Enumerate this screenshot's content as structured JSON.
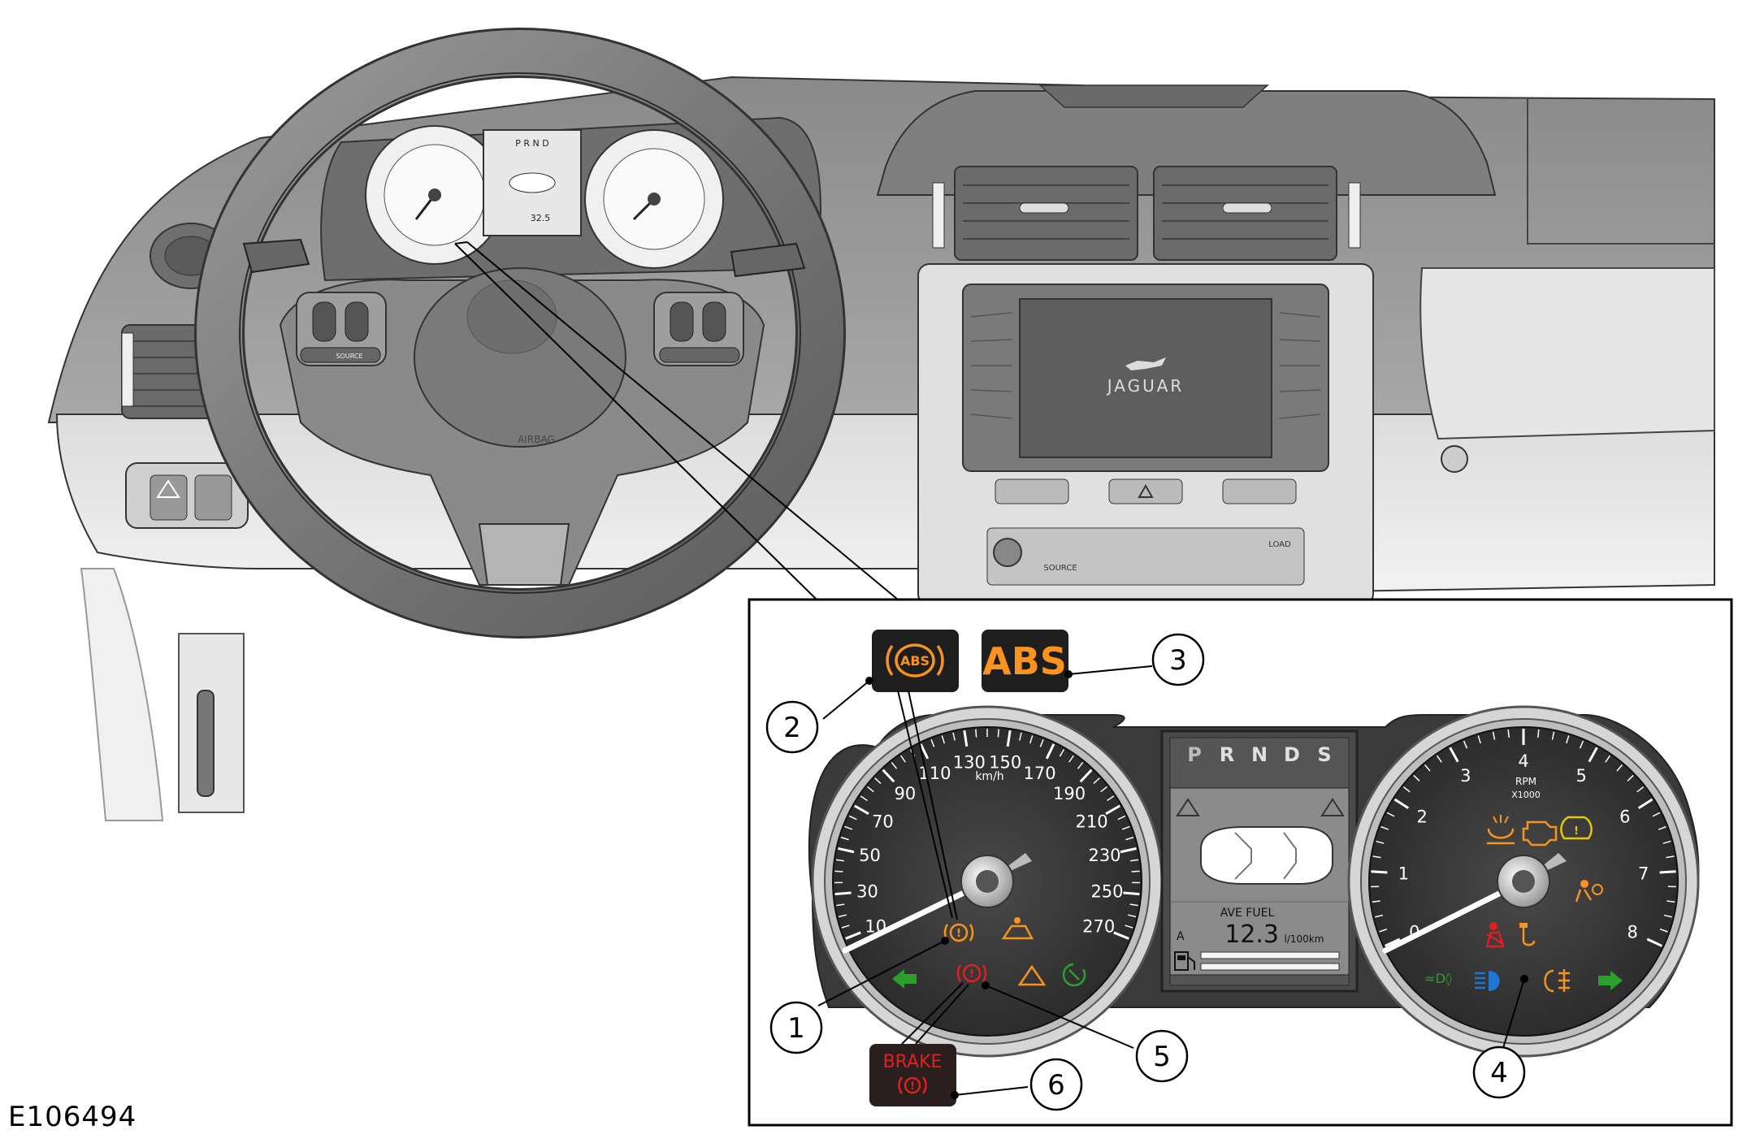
{
  "figure_id": "E106494",
  "dashboard": {
    "brand": "JAGUAR",
    "airbag_label": "AIRBAG",
    "source_label": "SOURCE",
    "load_label": "LOAD",
    "wheel_source_label": "SOURCE",
    "mini_gear_label": "P R N D",
    "mini_ave_fuel": "32.5"
  },
  "inset": {
    "gear_letters": [
      "P",
      "R",
      "N",
      "D",
      "S"
    ],
    "speedometer": {
      "ticks": [
        "10",
        "30",
        "50",
        "70",
        "90",
        "110",
        "130",
        "150",
        "170",
        "190",
        "210",
        "230",
        "250",
        "270"
      ],
      "unit": "km/h"
    },
    "tachometer": {
      "ticks": [
        "0",
        "1",
        "2",
        "3",
        "4",
        "5",
        "6",
        "7",
        "8"
      ],
      "unit": "RPM",
      "multiplier": "X1000"
    },
    "info_display": {
      "ave_fuel_label": "AVE FUEL",
      "ave_fuel_value": "12.3",
      "ave_fuel_unit": "l/100km",
      "trip_label": "A"
    },
    "abs_icon_text": "ABS",
    "abs_badge_text": "ABS",
    "brake_badge_text": "BRAKE",
    "callouts": [
      "1",
      "2",
      "3",
      "4",
      "5",
      "6"
    ]
  },
  "colors": {
    "warning_amber": "#f7931e",
    "warning_red": "#e02020",
    "indicator_green": "#2ca02c",
    "indicator_blue": "#1f77d4",
    "badge_bg": "#1e1e1e",
    "cluster_bg": "#3a3a3a"
  },
  "icons": [
    "abs-warning-icon",
    "brake-warning-icon",
    "traction-control-icon",
    "engine-check-icon",
    "tyre-pressure-icon",
    "airbag-icon",
    "seatbelt-icon",
    "glow-plug-icon",
    "sidelight-icon",
    "high-beam-icon",
    "fog-light-icon",
    "turn-signal-left-icon",
    "turn-signal-right-icon",
    "hazard-triangle-icon",
    "fuel-pump-icon"
  ]
}
